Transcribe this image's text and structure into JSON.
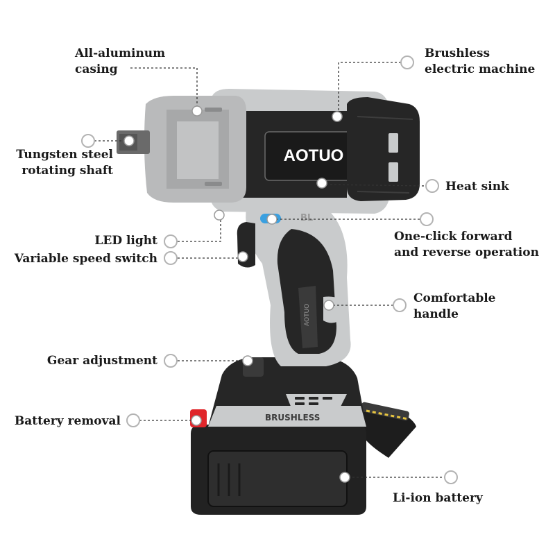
{
  "brand": "AOTUO",
  "housing_marks": {
    "bl": "BL",
    "brushless": "BRUSHLESS",
    "handle_grip": "AOTUO"
  },
  "colors": {
    "housing_grey": "#c9cbcc",
    "body_black": "#262626",
    "aluminum": "#b9babb",
    "switch_blue": "#3aa0e0",
    "battery_release_red": "#e0262b",
    "strap_yellow": "#e8c640"
  },
  "callouts": {
    "all_aluminum_casing": [
      "All-aluminum",
      "casing"
    ],
    "brushless_motor": [
      "Brushless",
      "electric machine"
    ],
    "tungsten_shaft": [
      "Tungsten steel",
      "rotating shaft"
    ],
    "heat_sink": [
      "Heat sink"
    ],
    "led_light": [
      "LED light"
    ],
    "one_click": [
      "One-click forward",
      "and reverse operation"
    ],
    "speed_switch": [
      "Variable speed switch"
    ],
    "handle": [
      "Comfortable",
      "handle"
    ],
    "gear": [
      "Gear adjustment"
    ],
    "battery_removal": [
      "Battery removal"
    ],
    "battery": [
      "Li-ion battery"
    ]
  }
}
